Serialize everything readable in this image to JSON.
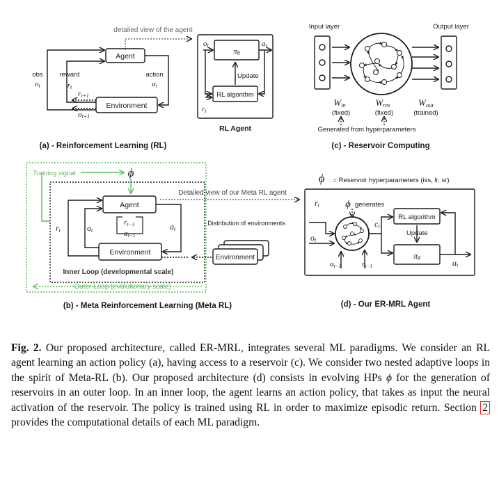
{
  "figure": {
    "panel_a": {
      "top_note": "detailed view of the agent",
      "agent": "Agent",
      "environment": "Environment",
      "obs": "obs",
      "obs_sym": "o",
      "obs_sub": "t",
      "reward": "reward",
      "reward_sym": "r",
      "reward_sub": "t",
      "action": "action",
      "action_sym": "a",
      "action_sub": "t",
      "r_next": "r",
      "r_next_sub": "t+1",
      "o_next": "o",
      "o_next_sub": "t+1",
      "caption": "(a) - Reinforcement Learning (RL)"
    },
    "rl_agent": {
      "o": "o",
      "o_sub": "t",
      "a": "a",
      "a_sub": "t",
      "r": "r",
      "r_sub": "t",
      "policy": "π",
      "policy_sub": "θ",
      "update": "Update",
      "algorithm": "RL algorithm",
      "label": "RL Agent"
    },
    "panel_c": {
      "input_layer": "Input layer",
      "output_layer": "Output layer",
      "w_in": "W",
      "w_in_sub": "in",
      "w_in_note": "(fixed)",
      "w_res": "W",
      "w_res_sub": "res",
      "w_res_note": "(fixed)",
      "w_out": "W",
      "w_out_sub": "out",
      "w_out_note": "(trained)",
      "generated": "Generated from hyperparameters",
      "caption": "(c) - Reservoir Computing"
    },
    "panel_b": {
      "training_signal": "Training signal",
      "phi": "ϕ",
      "detail_note": "Detailed view of our Meta RL agent",
      "agent": "Agent",
      "environment": "Environment",
      "r": "r",
      "r_sub": "t",
      "o": "o",
      "o_sub": "t",
      "a": "a",
      "a_sub": "t",
      "r_prev": "r",
      "r_prev_sub": "t−1",
      "a_prev": "a",
      "a_prev_sub": "t−1",
      "distribution": "Distribution of environments",
      "dist_env": "Environment",
      "inner_loop": "Inner Loop (developmental scale)",
      "outer_loop": "Outer Loop (evolutionary scale)",
      "caption": "(b) - Meta Reinforcement Learning (Meta RL)"
    },
    "panel_d": {
      "phi": "ϕ",
      "hp_note": "= Reservoir hyperparameters (iss, lr, sr)",
      "generates": "generates",
      "r": "r",
      "r_sub": "t",
      "o": "o",
      "o_sub": "t",
      "c": "c",
      "c_sub": "t",
      "algorithm": "RL algorithm",
      "update": "Update",
      "policy": "π",
      "policy_sub": "θ",
      "a": "a",
      "a_sub": "t",
      "a_prev": "a",
      "a_prev_sub": "t−1",
      "r_prev": "r",
      "r_prev_sub": "t−1",
      "caption": "(d) - Our ER-MRL Agent"
    }
  },
  "caption": {
    "label": "Fig. 2.",
    "text_1": "Our proposed architecture, called ER-MRL, integrates several ML paradigms. We consider an RL agent learning an action policy (a), having access to a reservoir (c). We consider two nested adaptive loops in the spirit of Meta-RL (b). Our proposed architecture (d) consists in evolving HPs",
    "phi": "ϕ",
    "text_2": "for the generation of reservoirs in an outer loop. In an inner loop, the agent learns an action policy, that takes as input the neural activation of the reservoir. The policy is trained using RL in order to maximize episodic return. Section",
    "section_ref": "2",
    "text_3": "provides the computational details of each ML paradigm."
  },
  "colors": {
    "ink": "#1a1a1a",
    "green": "#5cb85c",
    "gray": "#888888",
    "ref_box": "#e0302a"
  }
}
